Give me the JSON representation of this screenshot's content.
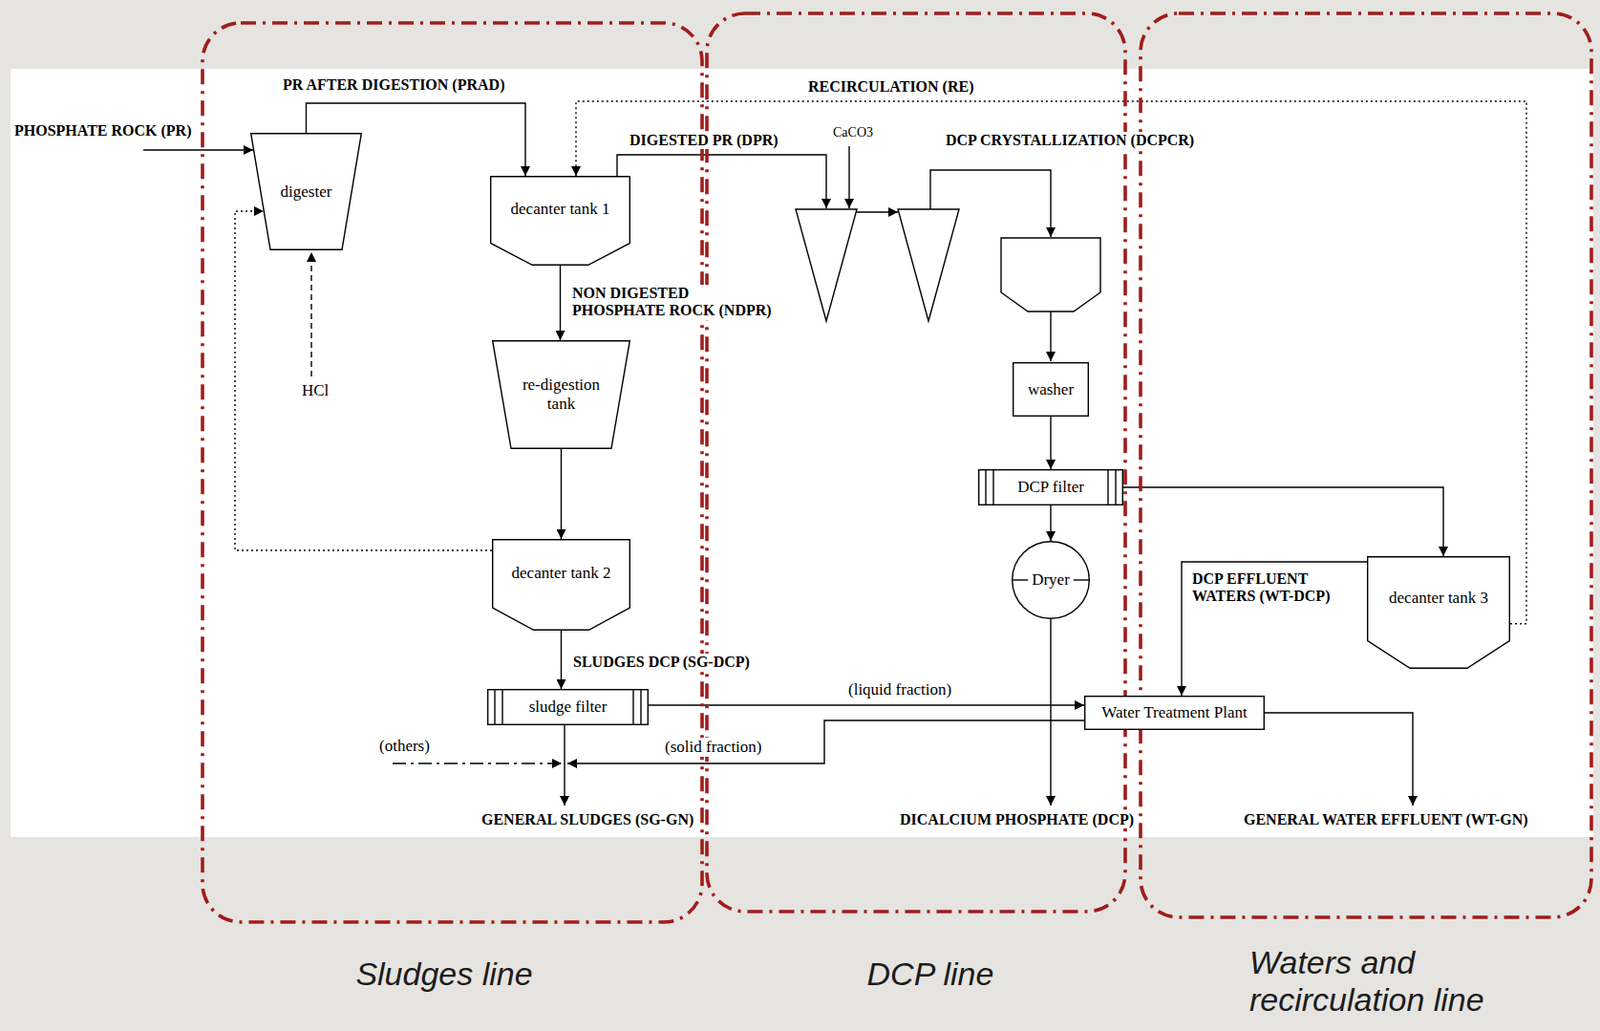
{
  "diagram": {
    "nodes": [
      {
        "text": [
          "Sludges line"
        ]
      },
      {
        "text": [
          "digester"
        ],
        "in": 0
      },
      {
        "text": [
          "decanter tank 1"
        ],
        "in": 0
      },
      {
        "text": [
          "re-digestion tank"
        ],
        "in": 0
      },
      {
        "text": [
          "decanter tank 2"
        ],
        "in": 0
      },
      {
        "text": [
          "sludge filter"
        ],
        "in": 0
      },
      {
        "text": [
          "DCP line"
        ]
      },
      {
        "text": [
          "washer"
        ],
        "in": 6
      },
      {
        "text": [
          "DCP filter"
        ],
        "in": 6
      },
      {
        "text": [
          "Dryer"
        ],
        "in": 6
      },
      {
        "text": [
          "Waters and recirculation line"
        ]
      },
      {
        "text": [
          "decanter tank 3"
        ],
        "in": 10
      },
      {
        "text": [
          "Water Treatment Plant"
        ]
      }
    ],
    "edges": [
      {
        "from": 1,
        "to": 2,
        "arrow": "to",
        "label": "PR AFTER DIGESTION (PRAD)"
      },
      {
        "from": 2,
        "to": 3,
        "arrow": "to",
        "label": "NON DIGESTED PHOSPHATE ROCK (NDPR)"
      },
      {
        "from": 3,
        "to": 4,
        "arrow": "to"
      },
      {
        "from": 4,
        "to": 1,
        "arrow": "to"
      },
      {
        "from": 4,
        "to": 5,
        "arrow": "to",
        "label": "SLUDGES DCP (SG-DCP)"
      },
      {
        "from": 5,
        "to": 12,
        "arrow": "to",
        "label": "(liquid fraction)"
      },
      {
        "from": 7,
        "to": 8,
        "arrow": "to"
      },
      {
        "from": 8,
        "to": 9,
        "arrow": "to"
      },
      {
        "from": 8,
        "to": 11,
        "arrow": "to"
      },
      {
        "from": 11,
        "to": 2,
        "arrow": "to",
        "label": "RECIRCULATION (RE)"
      },
      {
        "from": 11,
        "to": 12,
        "arrow": "to",
        "label": "DCP EFFLUENT WATERS (WT-DCP)"
      }
    ],
    "labels": [
      "PHOSPHATE ROCK (PR)",
      "HCl",
      "DIGESTED PR (DPR)",
      "CaCO3",
      "DCP CRYSTALLIZATION (DCPCR)",
      "(solid fraction)",
      "(others)",
      "GENERAL SLUDGES (SG-GN)",
      "DICALCIUM PHOSPHATE (DCP)",
      "GENERAL WATER EFFLUENT (WT-GN)"
    ]
  }
}
